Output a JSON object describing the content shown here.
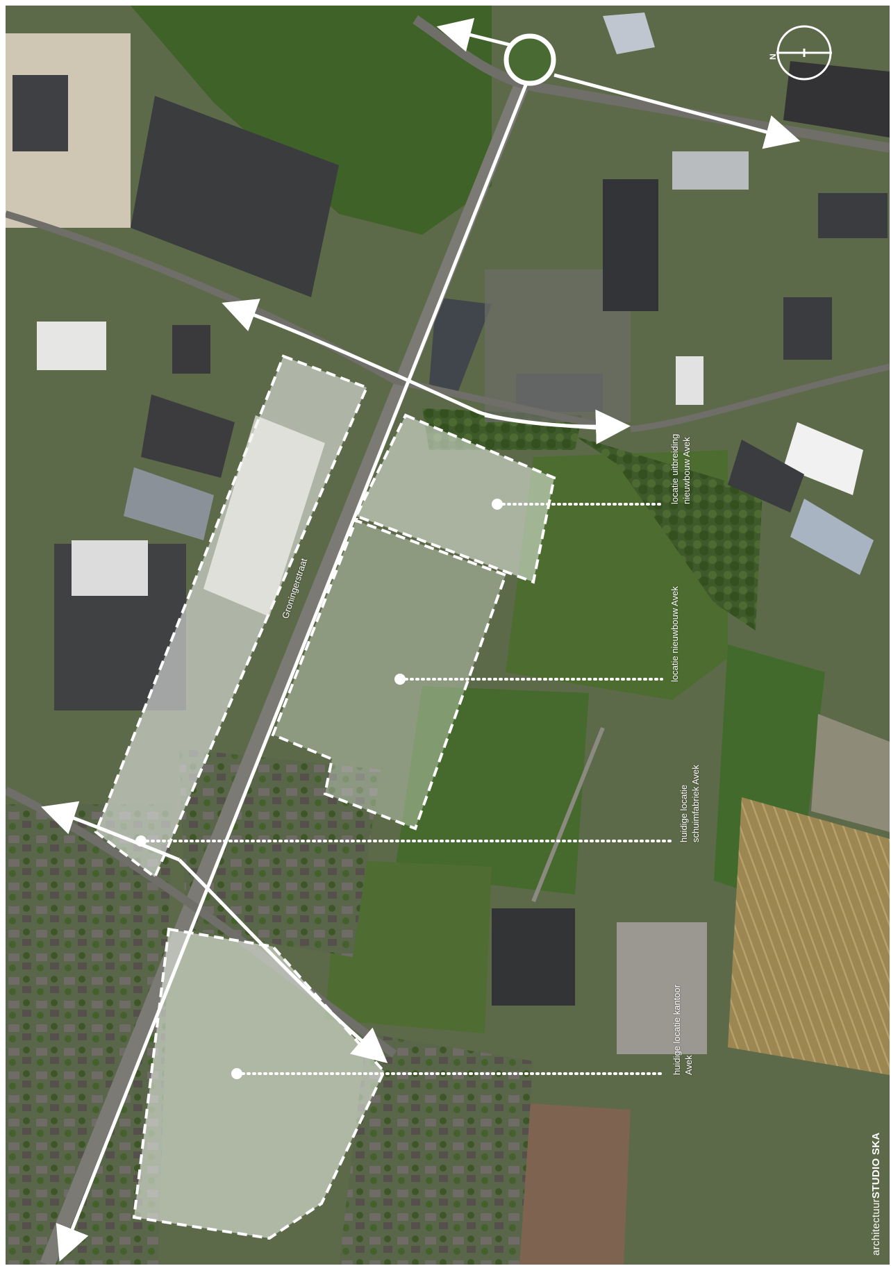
{
  "street_name": "Groningerstraat",
  "compass": {
    "label": "N"
  },
  "locations": [
    {
      "id": "uitbreiding",
      "lines": [
        "locatie uitbreiding",
        "nieuwbouw Avek"
      ]
    },
    {
      "id": "nieuwbouw",
      "lines": [
        "locatie nieuwbouw Avek"
      ]
    },
    {
      "id": "schuimfabriek",
      "lines": [
        "huidige locatie",
        "schuimfabriek Avek"
      ]
    },
    {
      "id": "kantoor",
      "lines": [
        "huidige locatie kantoor",
        "Avek"
      ]
    }
  ],
  "credit": {
    "prefix": "architectuur",
    "name": "STUDIO SKA"
  },
  "colors": {
    "arrow": "#ffffff",
    "highlight_fill": "#e8efe6",
    "dashed_border": "#ffffff",
    "field_green": "#4c6b2f",
    "roof_dark": "#3a3b3d"
  },
  "icons": [
    "roundabout-icon",
    "north-arrow-icon",
    "arrow-icon"
  ]
}
